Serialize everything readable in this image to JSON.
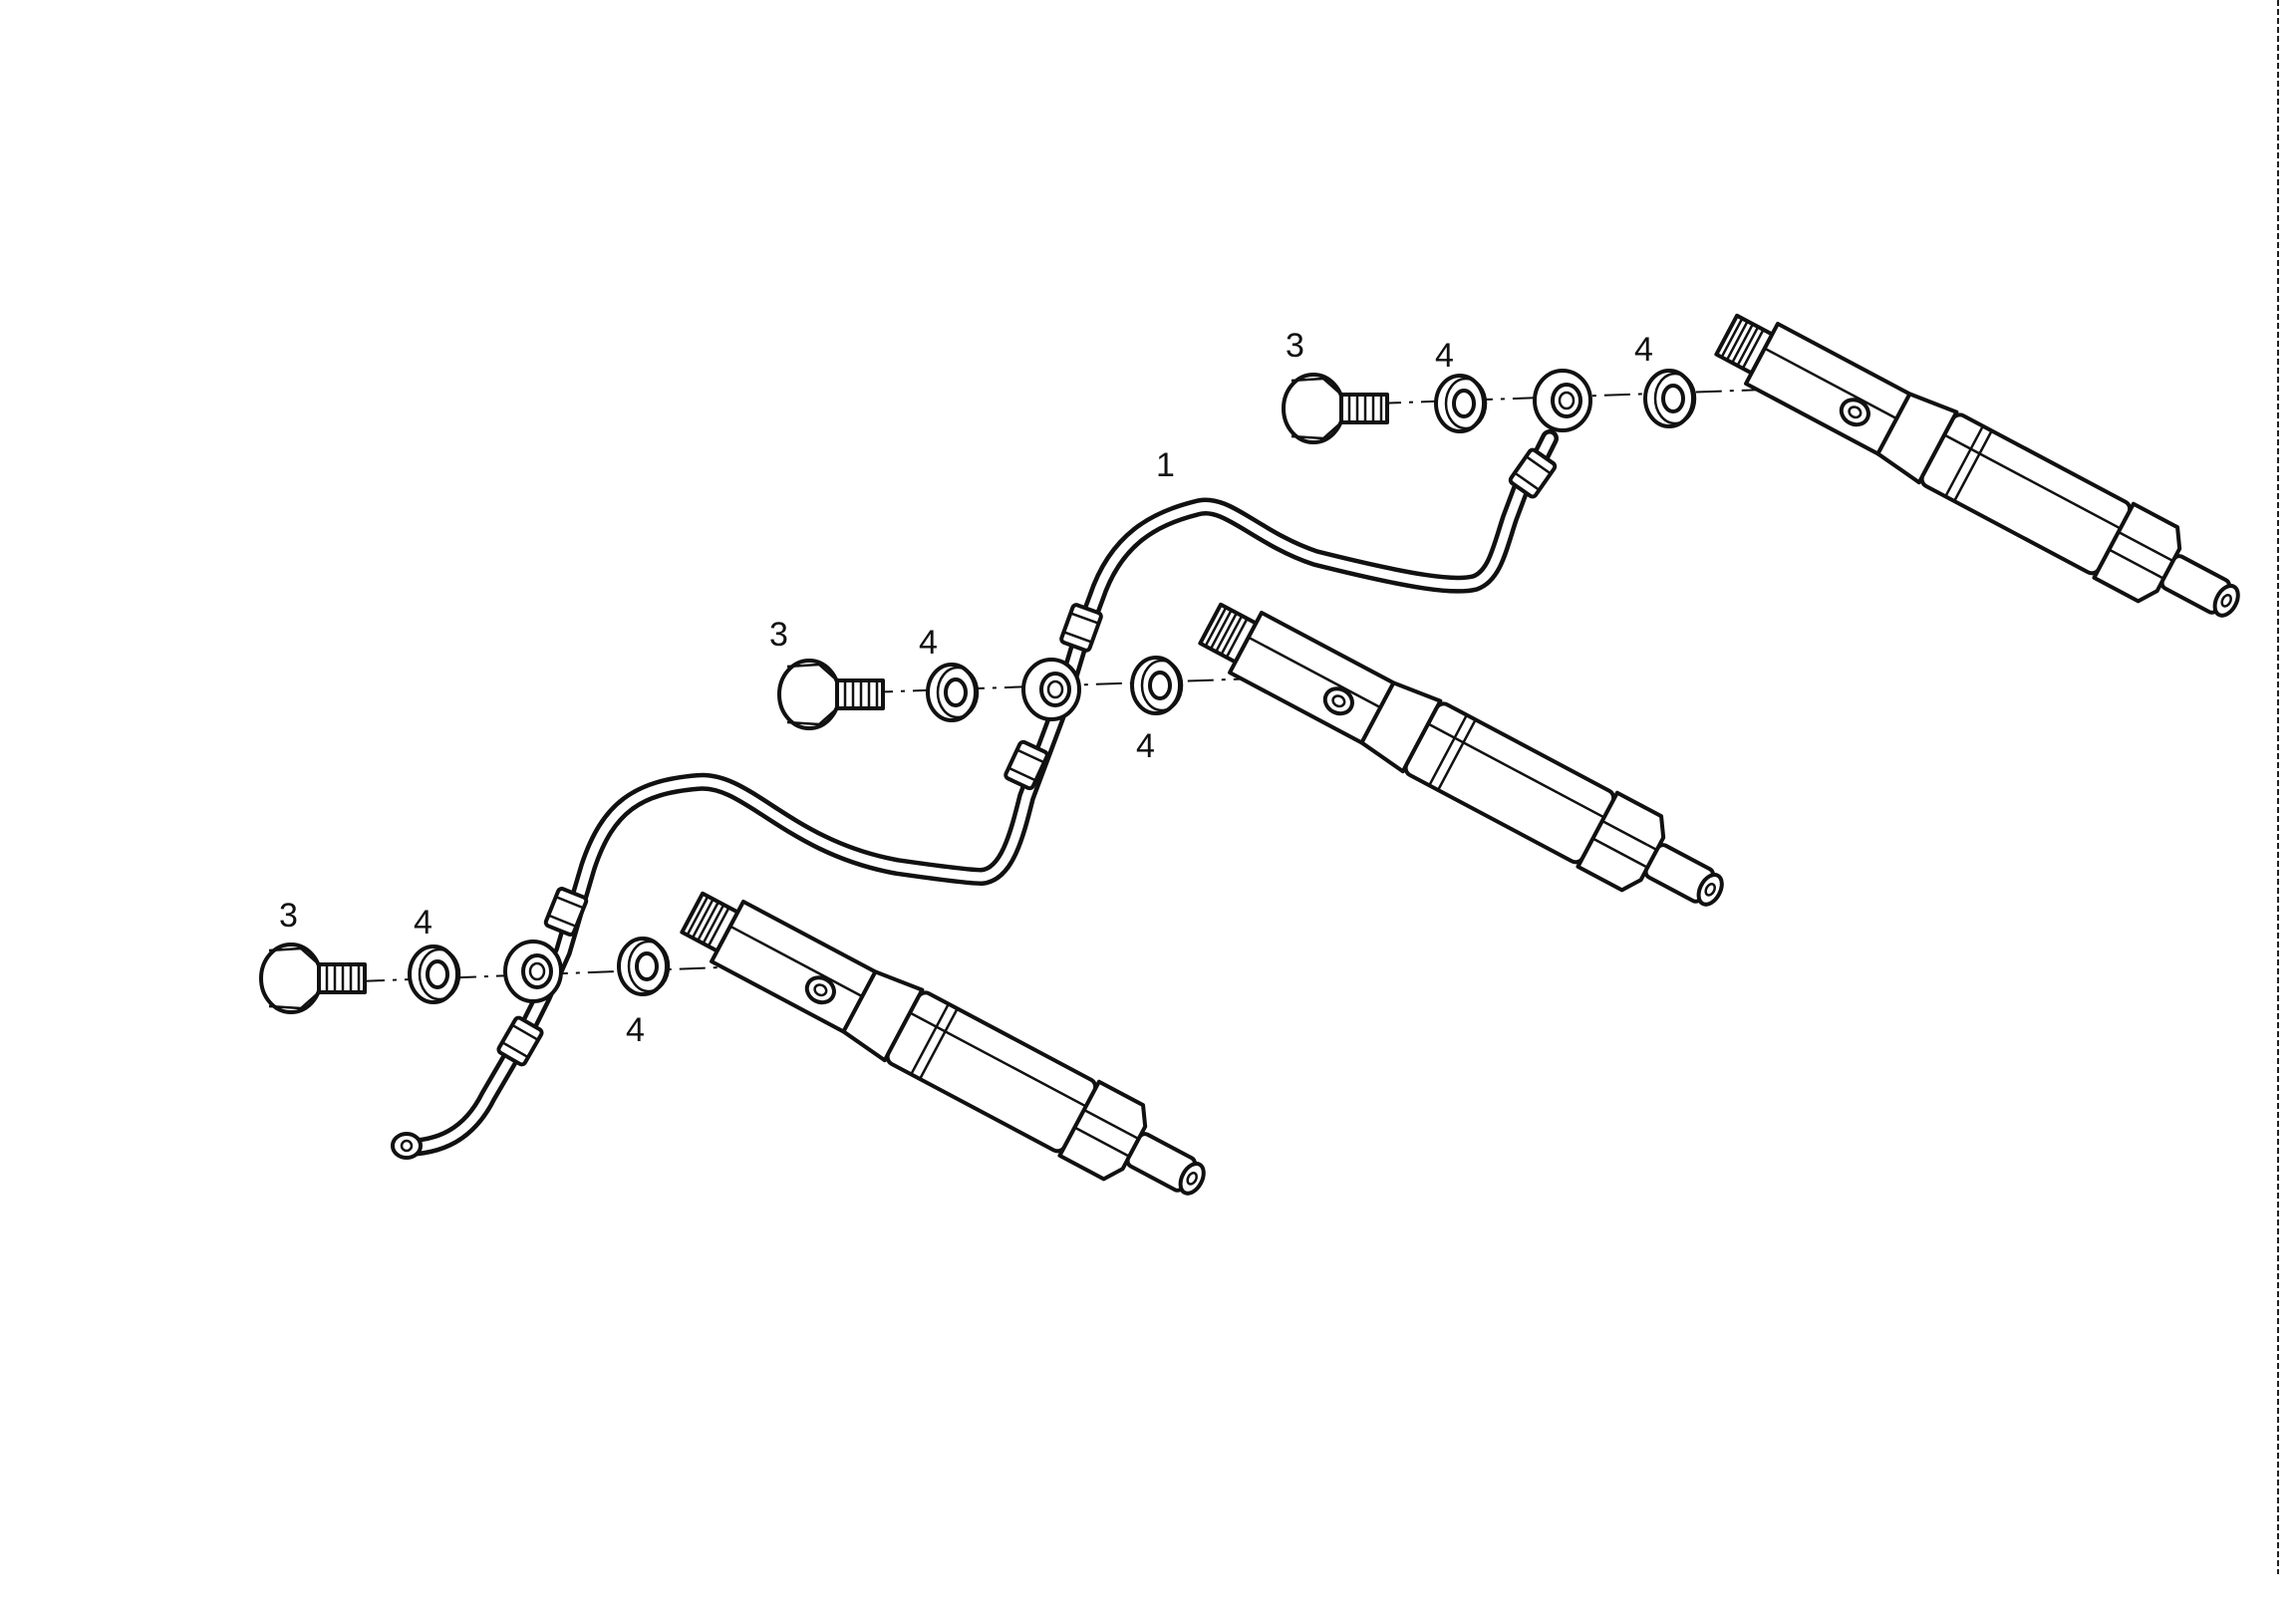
{
  "drawing": {
    "callouts": {
      "fuel_pipe": "1",
      "banjo_bolt": "3",
      "sealing_washer": "4"
    }
  },
  "colors": {
    "ink": "#111111",
    "paper": "#ffffff"
  }
}
